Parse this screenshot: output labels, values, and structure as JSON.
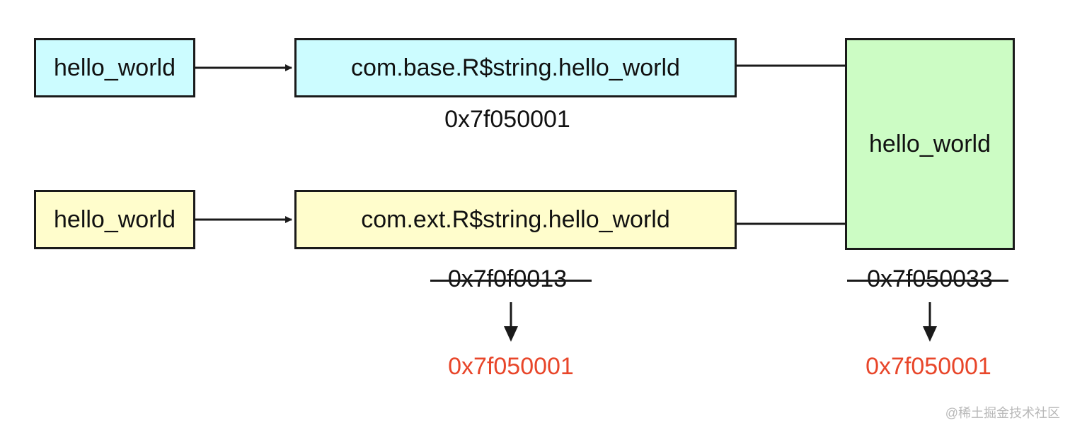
{
  "colors": {
    "blue_fill": "#ccfcff",
    "yellow_fill": "#fffdcc",
    "green_fill": "#ccfcc4",
    "new_id_red": "#e8462a"
  },
  "row_base": {
    "key": "hello_world",
    "r_field": "com.base.R$string.hello_world",
    "id": "0x7f050001"
  },
  "row_ext": {
    "key": "hello_world",
    "r_field": "com.ext.R$string.hello_world",
    "old_id": "0x7f0f0013",
    "new_id": "0x7f050001"
  },
  "resource": {
    "name": "hello_world",
    "old_id": "0x7f050033",
    "new_id": "0x7f050001"
  },
  "watermark": "@稀土掘金技术社区"
}
